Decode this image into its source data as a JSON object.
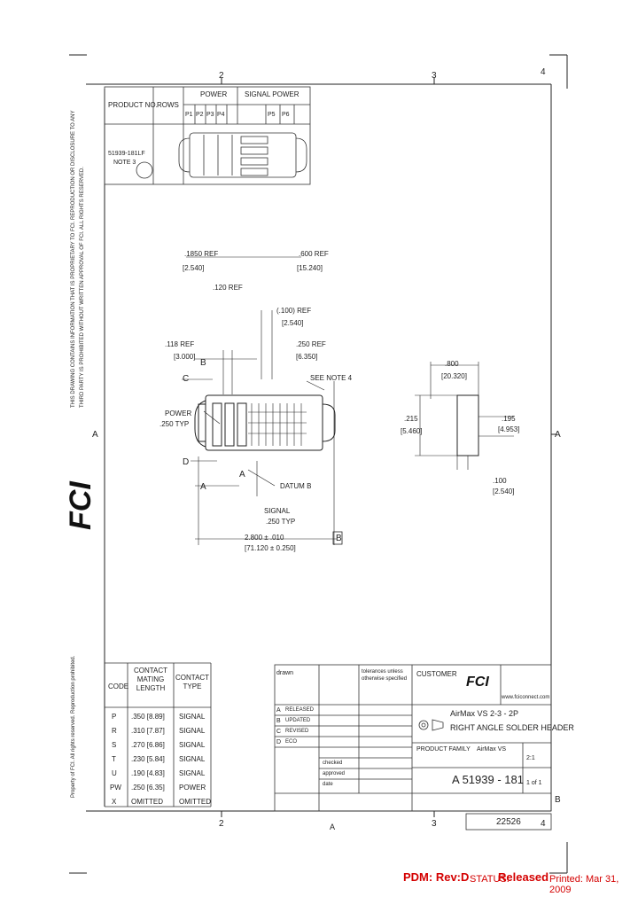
{
  "zones": {
    "top": [
      "2",
      "3",
      "4"
    ],
    "bottom": [
      "2",
      "3",
      "4"
    ],
    "side": [
      "A",
      "B"
    ]
  },
  "product_table": {
    "header_product": "PRODUCT NO.",
    "header_rows": "ROWS",
    "header_power": "POWER",
    "header_signal_power": "SIGNAL POWER",
    "col_labels": [
      "P1",
      "P2",
      "P3",
      "P4",
      "P5",
      "P6"
    ],
    "product_number": "51939-181LF",
    "note": "NOTE 3"
  },
  "dimensions": {
    "d1": ".1850 REF",
    "d1m": "[2.540]",
    "d2": ".600 REF",
    "d2m": "[15.240]",
    "d3": ".120 REF",
    "d4": "(.100) REF",
    "d4m": "[2.540]",
    "d5": ".250 REF",
    "d5m": "[6.350]",
    "d6": ".118 REF",
    "d6m": "[3.000]",
    "power_label": "POWER",
    "power_dim": ".250 TYP",
    "see_note": "SEE NOTE 4",
    "datum_b": "DATUM B",
    "signal": "SIGNAL",
    "signal_dim": ".250 TYP",
    "overall": "2.800 ± .010",
    "overall_m": "[71.120 ± 0.250]",
    "side_w": ".800",
    "side_wm": "[20.320]",
    "side_h": ".215",
    "side_hm": "[5.460]",
    "side_h2": ".195",
    "side_h2m": "[4.953]",
    "side_b": ".100",
    "side_bm": "[2.540]"
  },
  "labels": {
    "A": "A",
    "B": "B",
    "C": "C",
    "D": "D",
    "section": "A"
  },
  "margin_text": [
    "THIS DRAWING CONTAINS INFORMATION THAT IS PROPRIETARY TO FCI. REPRODUCTION OR DISCLOSURE TO ANY",
    "THIRD PARTY IS PROHIBITED WITHOUT WRITTEN APPROVAL OF FCI. ALL RIGHTS RESERVED.",
    "Property of FCI. All rights reserved. Reproduction prohibited."
  ],
  "code_table": {
    "headers": [
      "CODE",
      "CONTACT MATING LENGTH",
      "CONTACT TYPE"
    ],
    "rows": [
      [
        "P",
        ".350 [8.89]",
        "SIGNAL"
      ],
      [
        "R",
        ".310 [7.87]",
        "SIGNAL"
      ],
      [
        "S",
        ".270 [6.86]",
        "SIGNAL"
      ],
      [
        "T",
        ".230 [5.84]",
        "SIGNAL"
      ],
      [
        "U",
        ".190 [4.83]",
        "SIGNAL"
      ],
      [
        "PW",
        ".250 [6.35]",
        "POWER"
      ],
      [
        "X",
        "OMITTED",
        "OMITTED"
      ]
    ]
  },
  "title_block": {
    "customer": "CUSTOMER",
    "brand": "FCI",
    "website": "www.fciconnect.com",
    "title_line1": "AirMax VS 2-3 - 2P",
    "title_line2": "RIGHT ANGLE SOLDER HEADER",
    "product_family": "PRODUCT FAMILY",
    "family_value": "AirMax VS",
    "drawing_no": "A 51939 - 181",
    "size": "A",
    "sheet": "1 of 1",
    "scale": "2:1",
    "rev_rows": [
      [
        "A",
        "RELEASED"
      ],
      [
        "B",
        "UPDATED"
      ],
      [
        "C",
        "REVISED"
      ],
      [
        "D",
        "ECO"
      ]
    ],
    "doc_code": "22526",
    "tolerances": "tolerances unless otherwise specified",
    "drawn": "drawn",
    "checked": "checked",
    "approved": "approved",
    "date": "date"
  },
  "footer": {
    "pdm_label": "PDM: Rev:D",
    "status_label": "STATUS:",
    "status_value": "Released",
    "printed": "Printed: Mar 31, 2009"
  }
}
